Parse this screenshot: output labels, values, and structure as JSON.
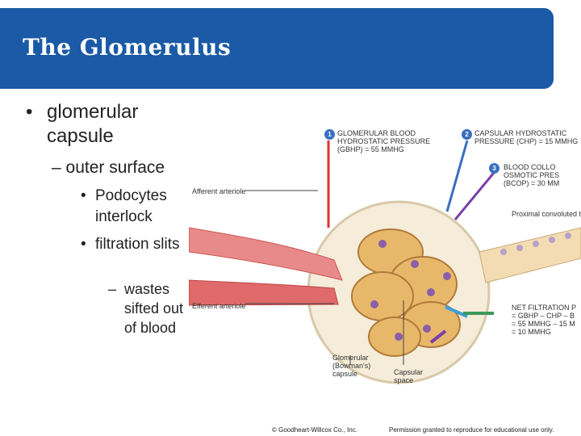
{
  "slide": {
    "title": "The Glomerulus",
    "bullets": {
      "l1": "glomerular capsule",
      "l2": "outer surface",
      "l3a": "Podocytes interlock",
      "l3b": "filtration slits",
      "l4": "wastes sifted out of blood"
    },
    "bullet_glyph": "•",
    "dash_glyph": "–",
    "colors": {
      "title_bar": "#1a5aa6",
      "title_text": "#ffffff",
      "number_badge": "#3a6fc0"
    }
  },
  "figure": {
    "labels": {
      "n1_line1": "GLOMERULAR BLOOD",
      "n1_line2": "HYDROSTATIC PRESSURE",
      "n1_line3": "(GBHP) = 55 mmHg",
      "n2_line1": "CAPSULAR HYDROSTATIC",
      "n2_line2": "PRESSURE (CHP) = 15 mmHg",
      "n3_line1": "BLOOD COLLO",
      "n3_line2": "OSMOTIC PRES",
      "n3_line3": "(BCOP) = 30 mm",
      "afferent": "Afferent arteriole",
      "efferent": "Efferent arteriole",
      "proximal": "Proximal convoluted t",
      "nfp_line1": "NET FILTRATION P",
      "nfp_line2": "= GBHP – CHP – B",
      "nfp_line3": "= 55 mmHg – 15 m",
      "nfp_line4": "= 10 mmHg",
      "glom_line1": "Glomerular",
      "glom_line2": "(Bowman's)",
      "glom_line3": "capsule",
      "space_line1": "Capsular",
      "space_line2": "space"
    },
    "numbers": [
      "1",
      "2",
      "3"
    ]
  },
  "footer": {
    "copyright": "© Goodheart-Willcox Co., Inc.",
    "permission": "Permission granted to reproduce for educational use only."
  }
}
